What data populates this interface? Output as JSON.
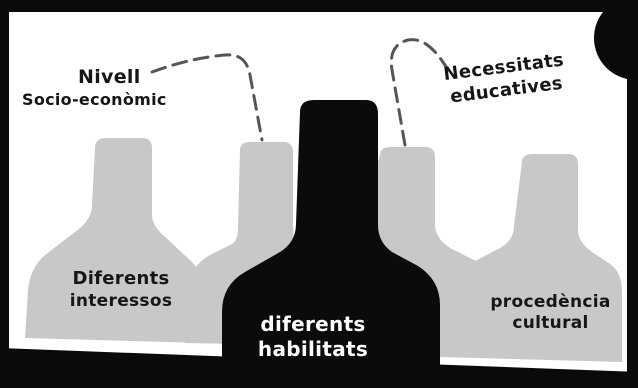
{
  "labels": {
    "nivell_line1": "Nivell",
    "nivell_line2": "Socio-econòmic",
    "necessitats_line1": "Necessitats",
    "necessitats_line2": "educatives",
    "interessos_line1": "Diferents",
    "interessos_line2": "interessos",
    "habilitats_line1": "diferents",
    "habilitats_line2": "habilitats",
    "procedencia_line1": "procedència",
    "procedencia_line2": "cultural"
  },
  "colors": {
    "background": "#ffffff",
    "frame": "#0a0a0a",
    "grey_figure": "#c8c8c8",
    "black_figure": "#0b0b0b",
    "dash_line": "#555555"
  }
}
